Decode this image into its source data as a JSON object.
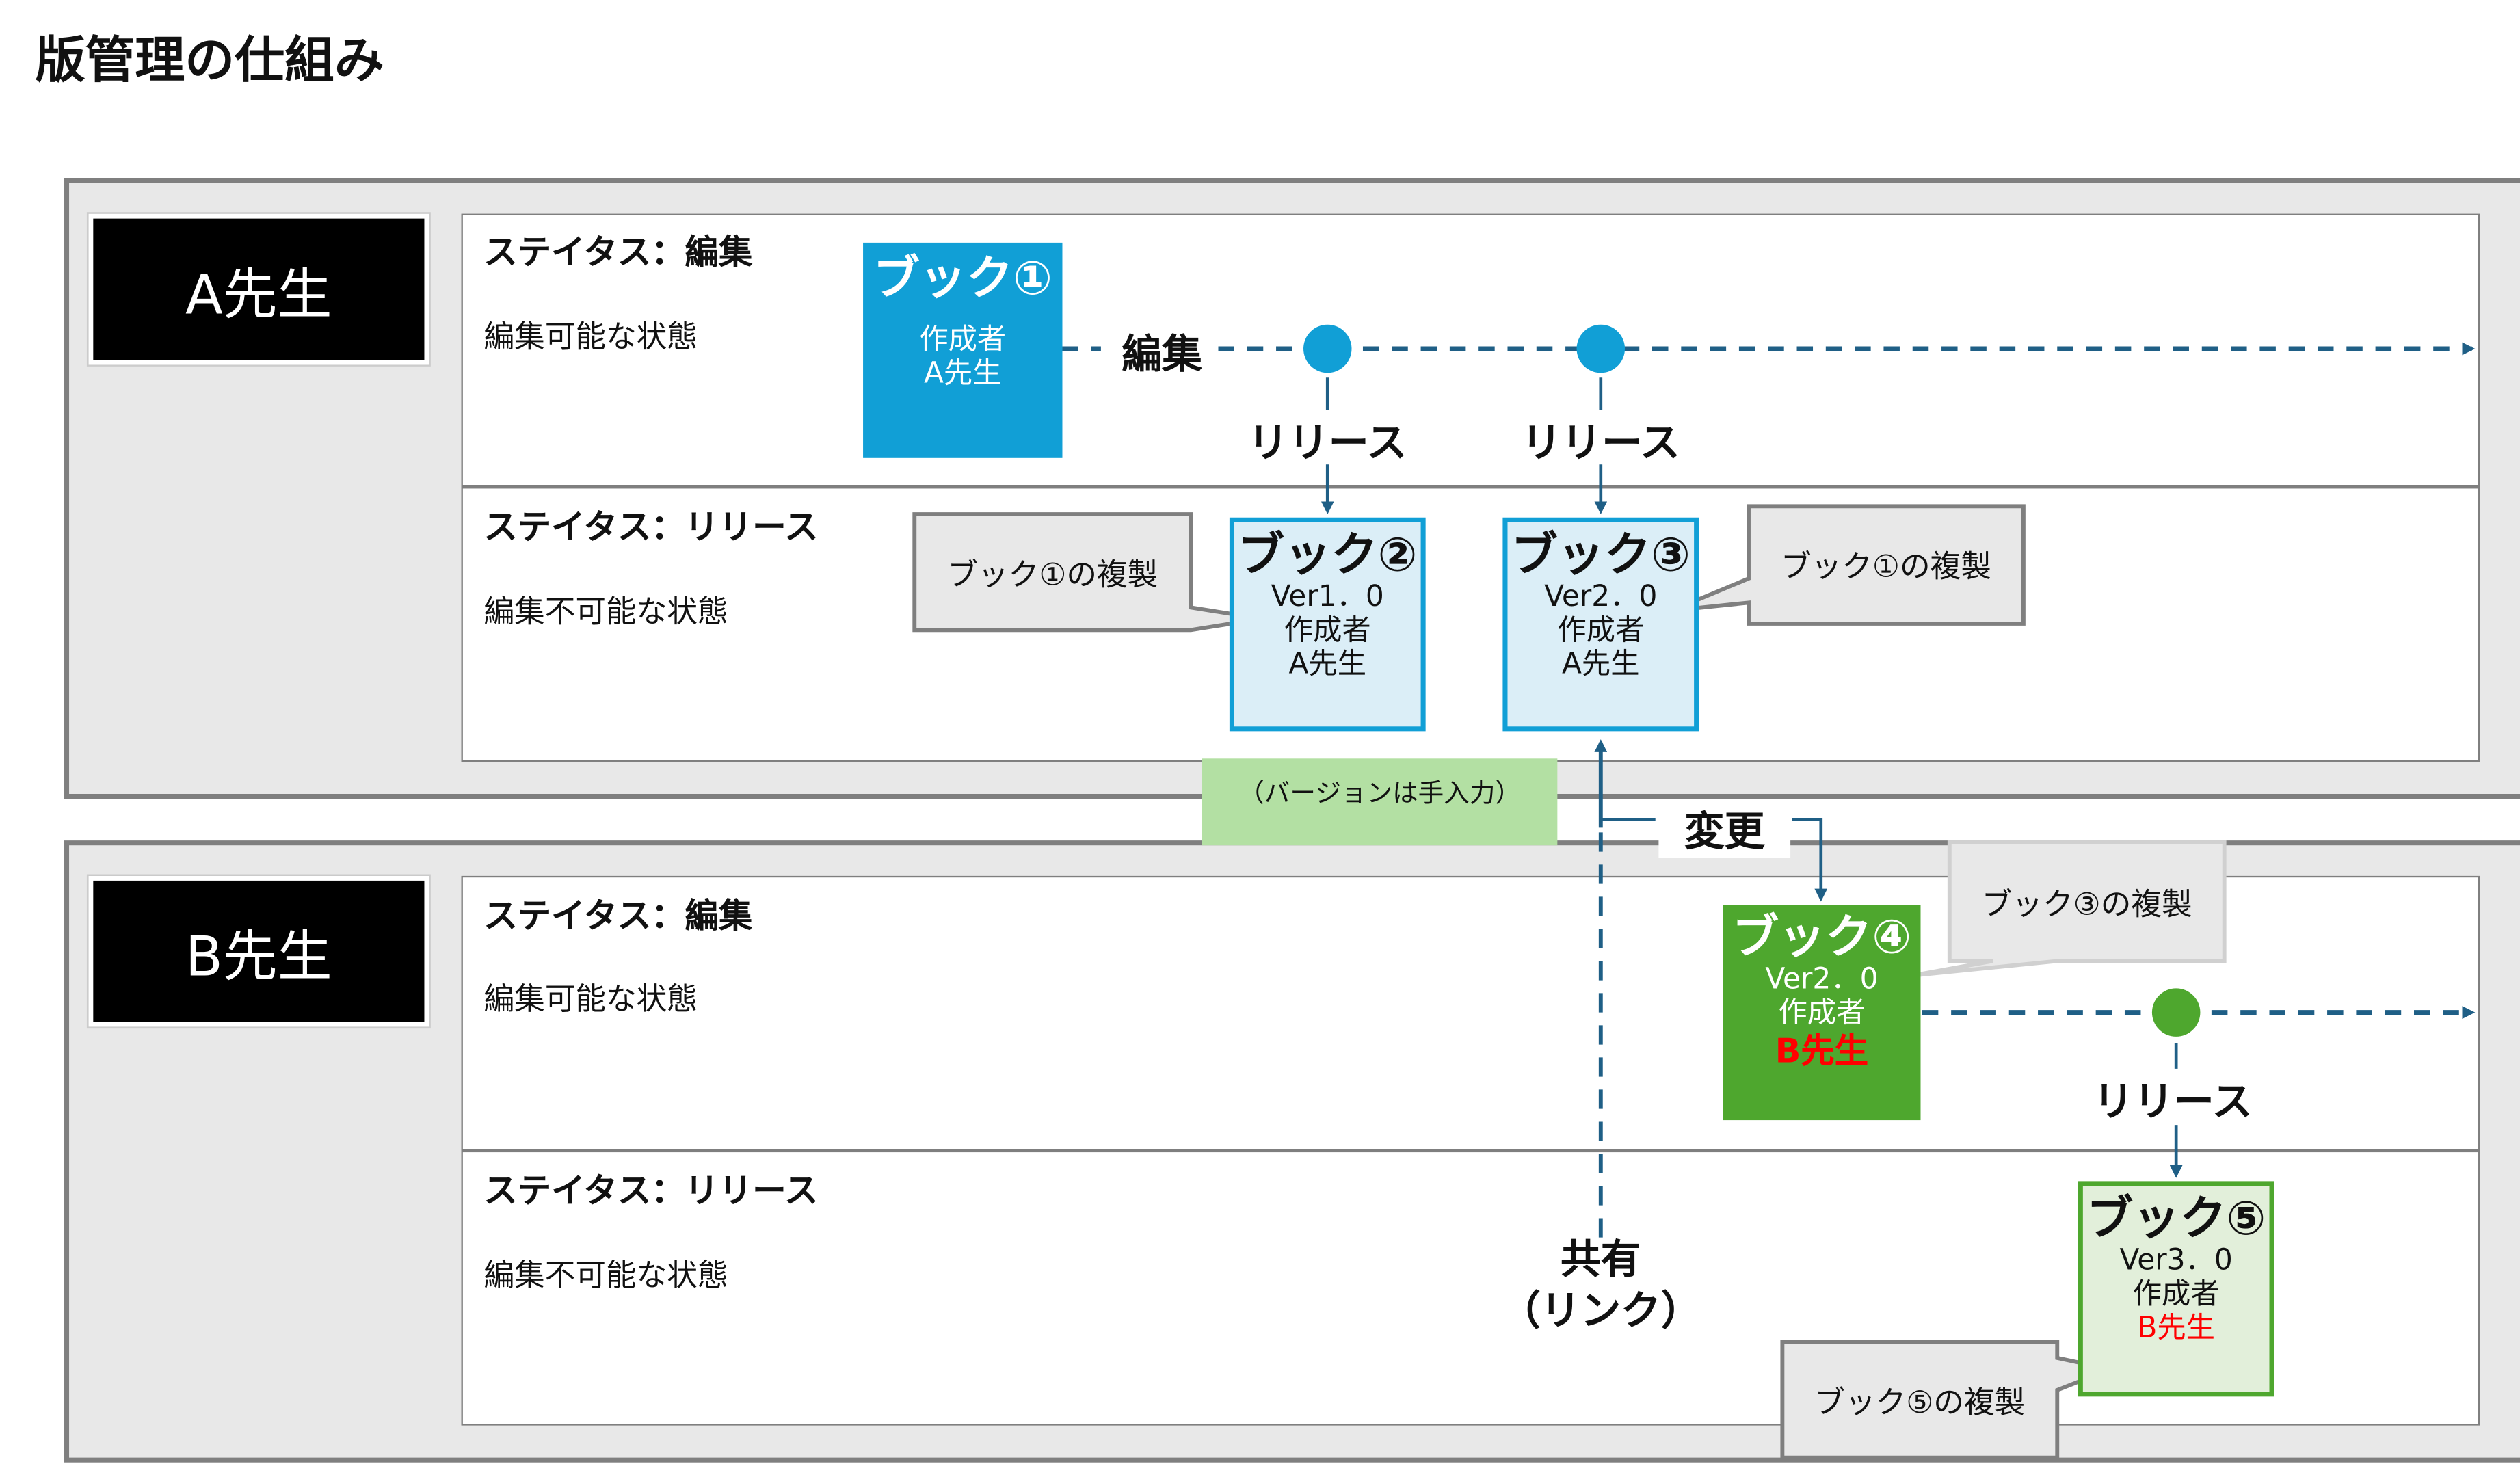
{
  "title": "版管理の仕組み",
  "colors": {
    "blue": "#119fd6",
    "light_blue": "#dbeef7",
    "green": "#4ea72e",
    "light_green": "#e2efda",
    "line": "#1f5f86",
    "red": "#ff0000",
    "note": "#b3e0a3"
  },
  "teacher_a": {
    "label": "A先生",
    "edit_row": {
      "status": "ステイタス：編集",
      "desc": "編集可能な状態"
    },
    "release_row": {
      "status": "ステイタス：リリース",
      "desc": "編集不可能な状態"
    },
    "edit_label": "編集",
    "release_labels": [
      "リリース",
      "リリース"
    ],
    "book1": {
      "title": "ブック①",
      "creator_label": "作成者",
      "creator": "A先生"
    },
    "book2": {
      "title": "ブック②",
      "version": "Ver1．0",
      "creator_label": "作成者",
      "creator": "A先生"
    },
    "book3": {
      "title": "ブック③",
      "version": "Ver2．0",
      "creator_label": "作成者",
      "creator": "A先生"
    },
    "callout1": "ブック①の複製",
    "callout2": "ブック①の複製"
  },
  "note": "（バージョンは手入力）",
  "change_label": "変更",
  "share_label": [
    "共有",
    "（リンク）"
  ],
  "teacher_b": {
    "label": "B先生",
    "edit_row": {
      "status": "ステイタス：編集",
      "desc": "編集可能な状態"
    },
    "release_row": {
      "status": "ステイタス：リリース",
      "desc": "編集不可能な状態"
    },
    "release_label": "リリース",
    "book4": {
      "title": "ブック④",
      "version": "Ver2．0",
      "creator_label": "作成者",
      "creator": "B先生"
    },
    "book5": {
      "title": "ブック⑤",
      "version": "Ver3．0",
      "creator_label": "作成者",
      "creator": "B先生"
    },
    "callout3": "ブック③の複製",
    "callout4": "ブック⑤の複製"
  }
}
